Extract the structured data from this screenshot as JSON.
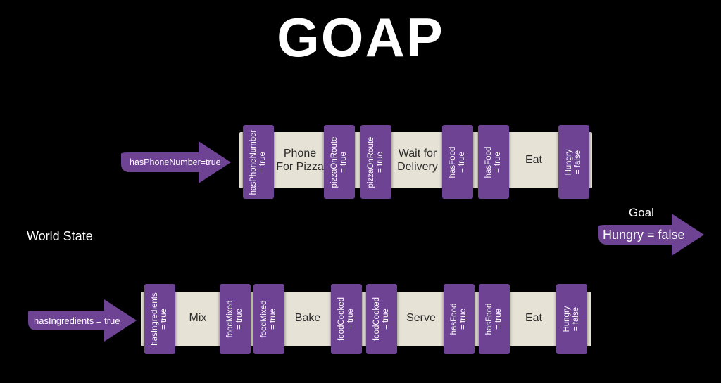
{
  "title": "GOAP",
  "world_state_label": "World State",
  "goal": {
    "label": "Goal",
    "value": "Hungry = false"
  },
  "colors": {
    "background": "#000000",
    "tab": "#6f4394",
    "bar": "#e6e2d6"
  },
  "plan_top": {
    "start": "hasPhoneNumber=true",
    "steps": [
      {
        "pre": [
          "hasPhoneNumber",
          "= true"
        ],
        "action": [
          "Phone",
          "For Pizza"
        ],
        "post": [
          "pizzaOnRoute",
          "= true"
        ]
      },
      {
        "pre": [
          "pizzaOnRoute",
          "= true"
        ],
        "action": [
          "Wait for",
          "Delivery"
        ],
        "post": [
          "hasFood",
          "= true"
        ]
      },
      {
        "pre": [
          "hasFood",
          "= true"
        ],
        "action": [
          "Eat"
        ],
        "post": [
          "Hungry",
          "= false"
        ]
      }
    ]
  },
  "plan_bottom": {
    "start": "hasIngredients = true",
    "steps": [
      {
        "pre": [
          "hasIngredients",
          "= true"
        ],
        "action": [
          "Mix"
        ],
        "post": [
          "foodMixed",
          "= true"
        ]
      },
      {
        "pre": [
          "foodMixed",
          "= true"
        ],
        "action": [
          "Bake"
        ],
        "post": [
          "foodCooked",
          "= true"
        ]
      },
      {
        "pre": [
          "foodCooked",
          "= true"
        ],
        "action": [
          "Serve"
        ],
        "post": [
          "hasFood",
          "= true"
        ]
      },
      {
        "pre": [
          "hasFood",
          "= true"
        ],
        "action": [
          "Eat"
        ],
        "post": [
          "Hungry",
          "= false"
        ]
      }
    ]
  }
}
